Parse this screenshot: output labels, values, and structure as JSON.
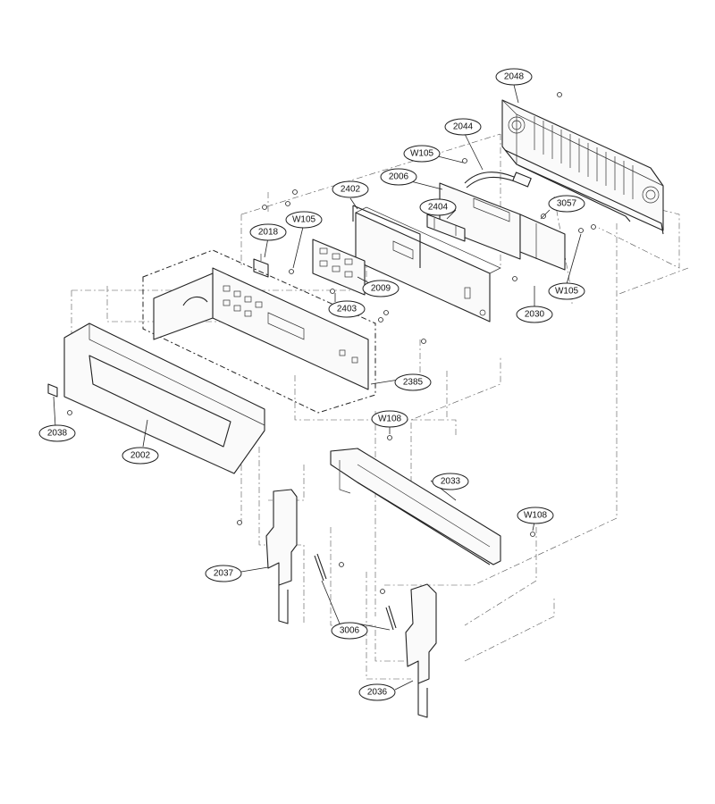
{
  "callouts": [
    {
      "id": "c2048",
      "label": "2048"
    },
    {
      "id": "c2044",
      "label": "2044"
    },
    {
      "id": "cW105a",
      "label": "W105"
    },
    {
      "id": "c2006",
      "label": "2006"
    },
    {
      "id": "c2402",
      "label": "2402"
    },
    {
      "id": "c3057",
      "label": "3057"
    },
    {
      "id": "c2404",
      "label": "2404"
    },
    {
      "id": "cW105b",
      "label": "W105"
    },
    {
      "id": "c2018",
      "label": "2018"
    },
    {
      "id": "cW105c",
      "label": "W105"
    },
    {
      "id": "c2009",
      "label": "2009"
    },
    {
      "id": "c2030",
      "label": "2030"
    },
    {
      "id": "c2403",
      "label": "2403"
    },
    {
      "id": "c2385",
      "label": "2385"
    },
    {
      "id": "cW108a",
      "label": "W108"
    },
    {
      "id": "c2038",
      "label": "2038"
    },
    {
      "id": "c2002",
      "label": "2002"
    },
    {
      "id": "c2033",
      "label": "2033"
    },
    {
      "id": "cW108b",
      "label": "W108"
    },
    {
      "id": "c2037",
      "label": "2037"
    },
    {
      "id": "c3006",
      "label": "3006"
    },
    {
      "id": "c2036",
      "label": "2036"
    }
  ]
}
